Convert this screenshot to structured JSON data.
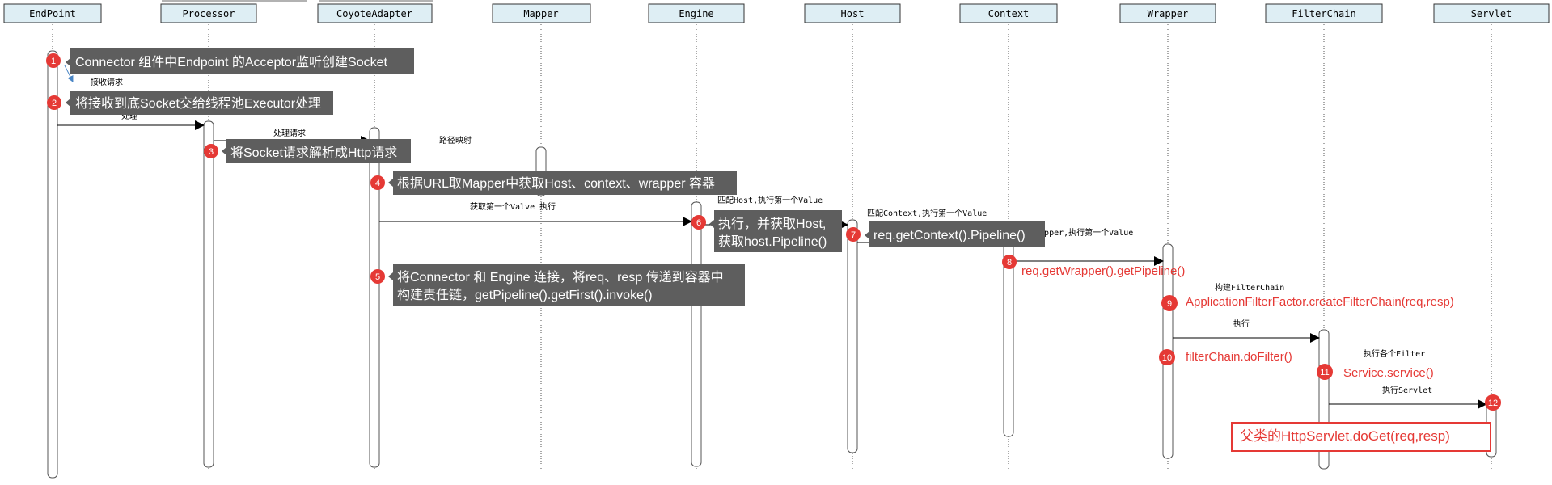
{
  "participants": [
    "EndPoint",
    "Processor",
    "CoyoteAdapter",
    "Mapper",
    "Engine",
    "Host",
    "Context",
    "Wrapper",
    "FilterChain",
    "Servlet"
  ],
  "message_labels": {
    "receive": "接收请求",
    "process": "处理",
    "handle": "处理请求",
    "mapping": "路径映射",
    "first_valve": "获取第一个Valve 执行",
    "match_host": "匹配Host,执行第一个Value",
    "match_context": "匹配Context,执行第一个Value",
    "match_wrapper": "匹配Wrapper,执行第一个Value",
    "build_chain": "构建FilterChain",
    "execute": "执行",
    "exec_filters": "执行各个Filter",
    "exec_servlet": "执行Servlet"
  },
  "callouts": [
    {
      "num": "1",
      "text": "Connector 组件中Endpoint 的Acceptor监听创建Socket"
    },
    {
      "num": "2",
      "text": "将接收到底Socket交给线程池Executor处理"
    },
    {
      "num": "3",
      "text": "将Socket请求解析成Http请求"
    },
    {
      "num": "4",
      "text": "根据URL取Mapper中获取Host、context、wrapper 容器"
    },
    {
      "num": "5",
      "line1": "将Connector 和 Engine 连接，将req、resp 传递到容器中",
      "line2": "构建责任链，getPipeline().getFirst().invoke()"
    },
    {
      "num": "6",
      "line1": "执行，并获取Host,",
      "line2": "获取host.Pipeline()"
    },
    {
      "num": "7",
      "text": "req.getContext().Pipeline()"
    }
  ],
  "red_notes": [
    {
      "num": "8",
      "text": "req.getWrapper().getPipeline()"
    },
    {
      "num": "9",
      "text": "ApplicationFilterFactor.createFilterChain(req,resp)"
    },
    {
      "num": "10",
      "text": "filterChain.doFilter()"
    },
    {
      "num": "11",
      "text": "Service.service()"
    },
    {
      "num": "12",
      "text": ""
    }
  ],
  "final_box": "父类的HttpServlet.doGet(req,resp)",
  "colors": {
    "header_fill": "#deeef4",
    "lifeline": "#555555",
    "callout_bg": "#5e5e5e",
    "badge": "#e53935",
    "red_text": "#e53935"
  }
}
